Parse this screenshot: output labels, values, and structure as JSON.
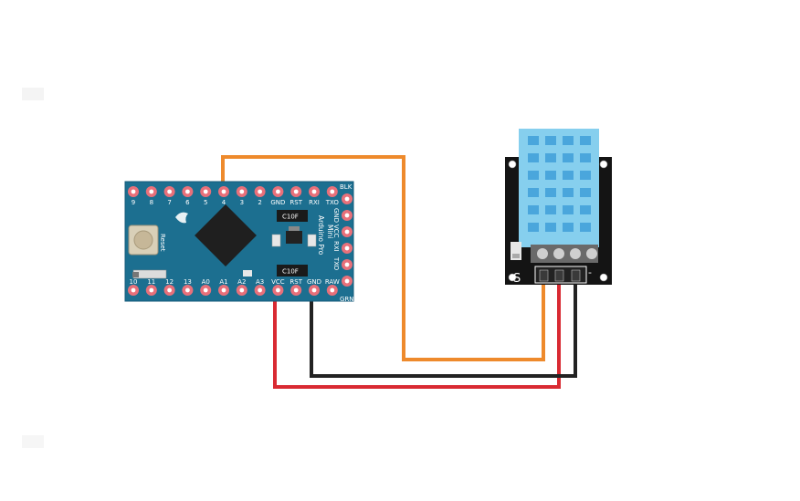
{
  "colors": {
    "board": "#1c6f90",
    "board_dark": "#15587a",
    "pad": "#e8707a",
    "pad_hole": "#ffffff",
    "chip": "#1f1f1f",
    "wire_signal": "#ee8a2c",
    "wire_power": "#d92a32",
    "wire_ground": "#222222",
    "sensor_body": "#86cfee",
    "sensor_vents": "#4aa6dc",
    "sensor_pcb": "#141414"
  },
  "arduino": {
    "top_pins": [
      "9",
      "8",
      "7",
      "6",
      "5",
      "4",
      "3",
      "2",
      "GND",
      "RST",
      "RXI",
      "TXO"
    ],
    "bottom_pins": [
      "10",
      "11",
      "12",
      "13",
      "A0",
      "A1",
      "A2",
      "A3",
      "VCC",
      "RST",
      "GND",
      "RAW"
    ],
    "right_pins": [
      "GND",
      "VCC",
      "RXI",
      "TXO"
    ],
    "corner_top": "BLK",
    "corner_bottom": "GRN",
    "reset_label": "Reset",
    "board_text": [
      "Arduino Pro",
      "Mini"
    ],
    "cap_label": "C10F"
  },
  "sensor": {
    "pin_marker": "S",
    "minus_marker": "-"
  },
  "wires": [
    {
      "name": "signal-wire",
      "from": "4",
      "to": "S"
    },
    {
      "name": "vcc-wire",
      "from": "VCC",
      "to": "+"
    },
    {
      "name": "gnd-wire",
      "from": "GND",
      "to": "-"
    }
  ]
}
